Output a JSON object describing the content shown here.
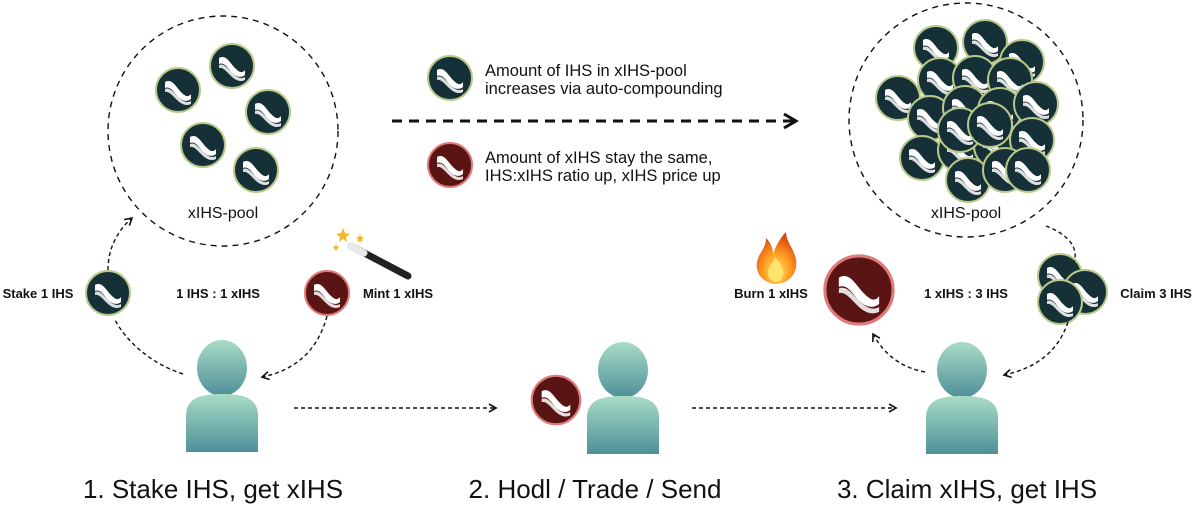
{
  "colors": {
    "ihs_coin_fill": "#163038",
    "ihs_coin_ring": "#b8c98a",
    "xihs_coin_fill": "#5a1414",
    "xihs_coin_ring": "#e07a7a",
    "coin_mark": "#ffffff",
    "person_top": "#a8dcc5",
    "person_bottom": "#4f8f9a",
    "line": "#111111"
  },
  "pool_left": {
    "label": "xIHS-pool"
  },
  "pool_right": {
    "label": "xIHS-pool"
  },
  "legend": {
    "ihs_line1": "Amount of IHS in xIHS-pool",
    "ihs_line2": "increases via auto-compounding",
    "xihs_line1": "Amount of xIHS stay the same,",
    "xihs_line2": "IHS:xIHS ratio up, xIHS price up"
  },
  "step1": {
    "stake_label": "Stake 1 IHS",
    "ratio_label": "1 IHS : 1 xIHS",
    "mint_label": "Mint 1 xIHS",
    "title": "1. Stake IHS, get xIHS",
    "icon": "magic-wand-icon"
  },
  "step2": {
    "title": "2. Hodl / Trade / Send"
  },
  "step3": {
    "burn_label": "Burn 1 xIHS",
    "ratio_label": "1 xIHS : 3 IHS",
    "claim_label": "Claim 3 IHS",
    "title": "3. Claim xIHS, get IHS",
    "icon": "fire-icon"
  }
}
